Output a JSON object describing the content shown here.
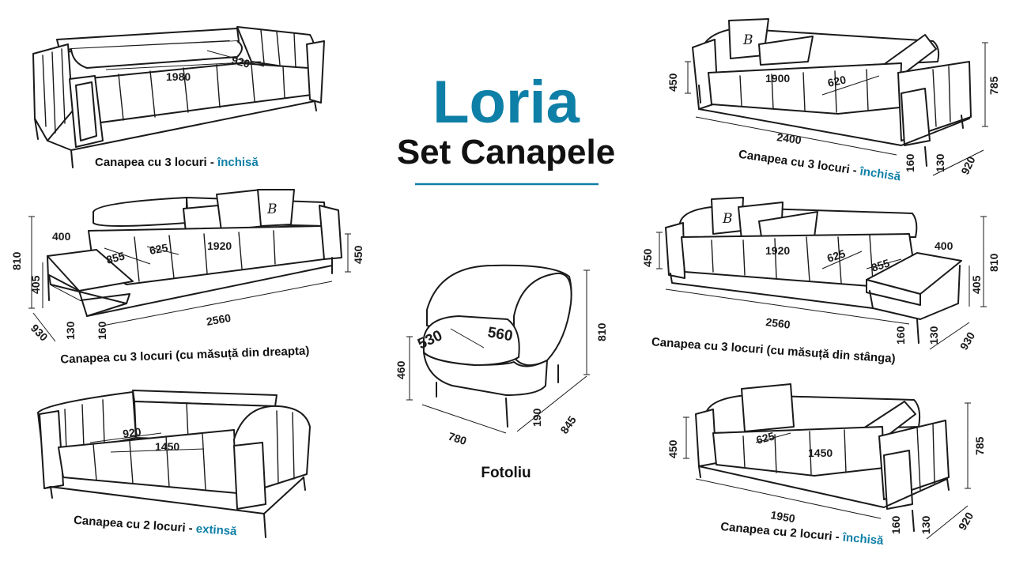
{
  "brand": {
    "logo": "Loria",
    "subtitle": "Set Canapele",
    "accent_color": "#0e7fa6"
  },
  "products": [
    {
      "id": "sofa-3-closed-a",
      "caption": "Canapea cu 3 locuri - ",
      "variant": "închisă",
      "dims": {
        "width": "1980",
        "depth": "920"
      }
    },
    {
      "id": "sofa-3-closed-b",
      "caption": "Canapea cu 3 locuri - ",
      "variant": "închisă",
      "dims": {
        "width": "2400",
        "seat": "1900",
        "seat_depth": "620",
        "seat_height": "450",
        "height": "785",
        "depth": "920",
        "leg": "160",
        "base": "130"
      }
    },
    {
      "id": "sofa-3-table-right",
      "caption": "Canapea cu 3 locuri (cu măsuță din dreapta)",
      "variant": "",
      "dims": {
        "width": "2560",
        "seat": "1920",
        "seat_depth": "625",
        "table_depth": "855",
        "table_width": "400",
        "height": "810",
        "table_height": "405",
        "seat_height": "450",
        "depth": "930",
        "base": "130",
        "leg": "160"
      }
    },
    {
      "id": "sofa-3-table-left",
      "caption": "Canapea cu 3 locuri (cu măsuță din stânga)",
      "variant": "",
      "dims": {
        "width": "2560",
        "seat": "1920",
        "seat_depth": "625",
        "table_depth": "855",
        "table_width": "400",
        "height": "810",
        "table_height": "405",
        "seat_height": "450",
        "depth": "930",
        "base": "130",
        "leg": "160"
      }
    },
    {
      "id": "armchair",
      "caption": "Fotoliu",
      "variant": "",
      "dims": {
        "seat_depth": "530",
        "seat_width": "560",
        "height": "810",
        "seat_height": "460",
        "width": "780",
        "depth": "845",
        "leg": "190"
      }
    },
    {
      "id": "sofa-2-extended",
      "caption": "Canapea cu 2 locuri - ",
      "variant": "extinsă",
      "dims": {
        "width": "1450",
        "depth": "920"
      }
    },
    {
      "id": "sofa-2-closed",
      "caption": "Canapea cu 2 locuri - ",
      "variant": "închisă",
      "dims": {
        "width": "1950",
        "seat": "1450",
        "seat_depth": "625",
        "seat_height": "450",
        "height": "785",
        "depth": "920",
        "leg": "160",
        "base": "130"
      }
    }
  ],
  "pillow_monogram": "B"
}
